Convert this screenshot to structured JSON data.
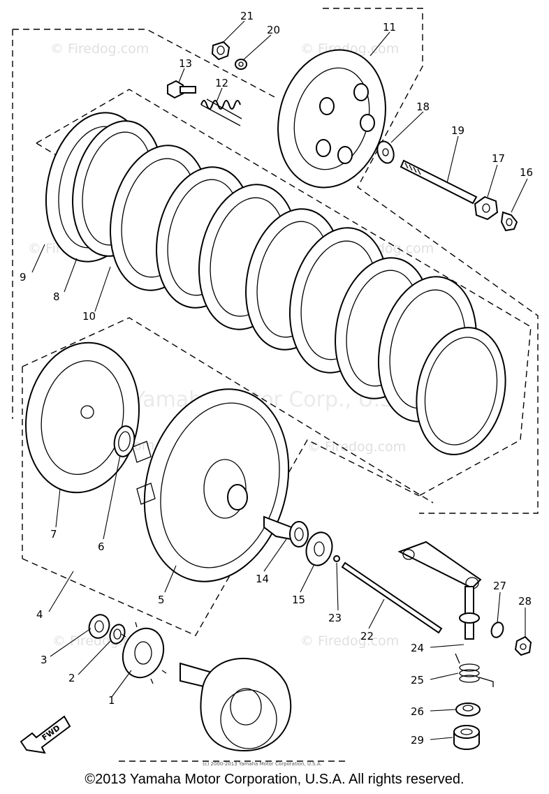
{
  "watermarks": {
    "site": "© Firedog.com",
    "company": "Yamaha Motor Corp., U.S.A."
  },
  "fine_print": "(c) 2000-2013 Yamaha Motor Corporation, U.S.A.",
  "copyright": "©2013 Yamaha Motor Corporation, U.S.A. All rights reserved.",
  "direction_marker": "FWD",
  "callouts": [
    "1",
    "2",
    "3",
    "4",
    "5",
    "6",
    "7",
    "8",
    "9",
    "10",
    "11",
    "12",
    "13",
    "14",
    "15",
    "16",
    "17",
    "18",
    "19",
    "20",
    "21",
    "22",
    "23",
    "24",
    "25",
    "26",
    "27",
    "28",
    "29"
  ]
}
